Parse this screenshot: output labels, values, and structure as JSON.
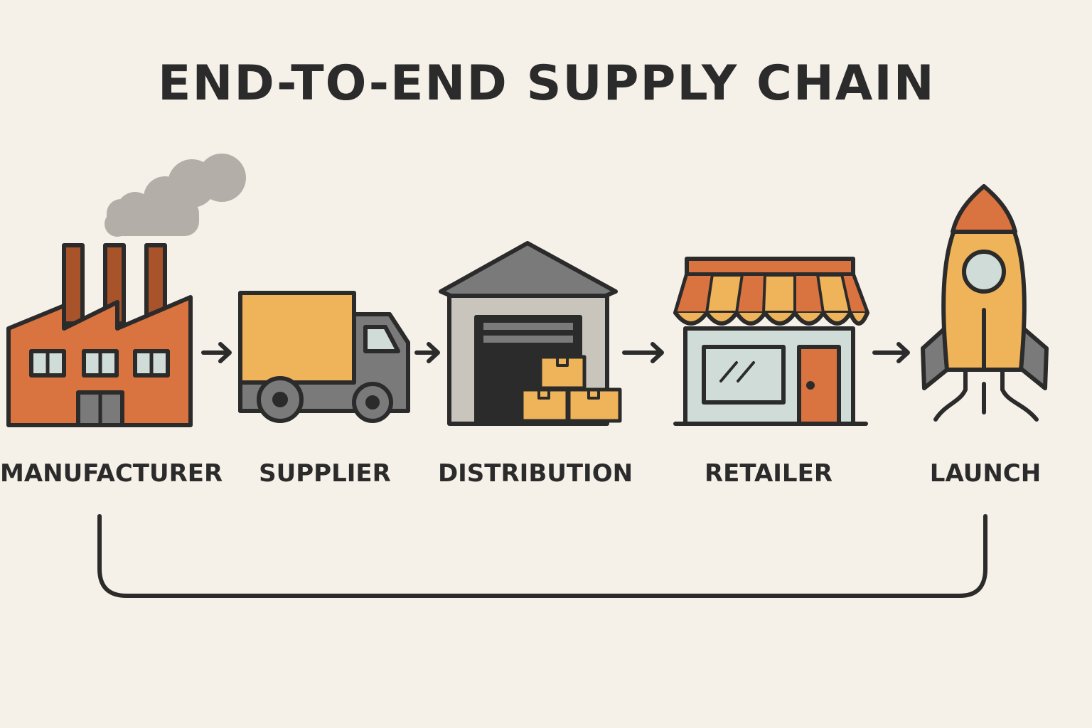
{
  "title": "END-TO-END SUPPLY CHAIN",
  "stages": [
    {
      "label": "MANUFACTURER",
      "icon": "factory-icon"
    },
    {
      "label": "SUPPLIER",
      "icon": "truck-icon"
    },
    {
      "label": "DISTRIBUTION",
      "icon": "warehouse-icon"
    },
    {
      "label": "RETAILER",
      "icon": "store-icon"
    },
    {
      "label": "LAUNCH",
      "icon": "rocket-icon"
    }
  ],
  "colors": {
    "background": "#f6f1e8",
    "outline": "#2b2b2b",
    "orange": "#d9733f",
    "amber": "#efb35a",
    "gray": "#7a7a7a",
    "light_gray": "#c9c4bc",
    "glass": "#cfdcd8",
    "brick_dark": "#a8532a",
    "smoke": "#b3aea8"
  }
}
